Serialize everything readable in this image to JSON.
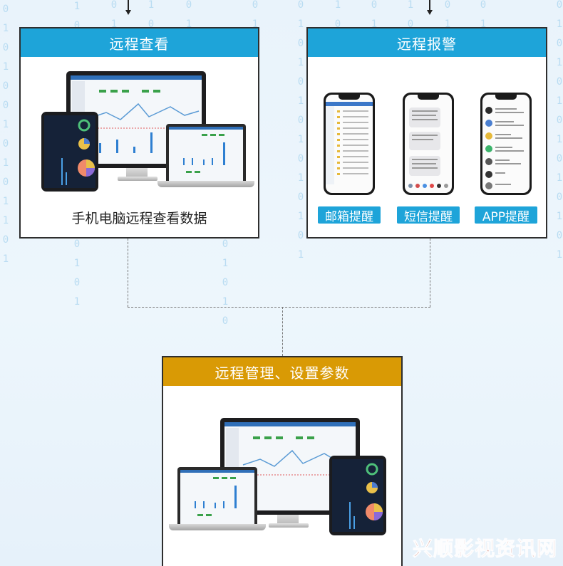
{
  "panels": {
    "remote_view": {
      "title": "远程查看",
      "caption": "手机电脑远程查看数据"
    },
    "remote_alarm": {
      "title": "远程报警",
      "tags": [
        "邮箱提醒",
        "短信提醒",
        "APP提醒"
      ]
    },
    "remote_manage": {
      "title": "远程管理、设置参数"
    }
  },
  "watermark": "兴顺影视资讯网",
  "colors": {
    "header_blue": "#1ea4d9",
    "header_gold": "#d99a05",
    "background": "#e9f3fb"
  },
  "icons": [
    "desktop-monitor",
    "laptop",
    "tablet",
    "smartphone"
  ]
}
